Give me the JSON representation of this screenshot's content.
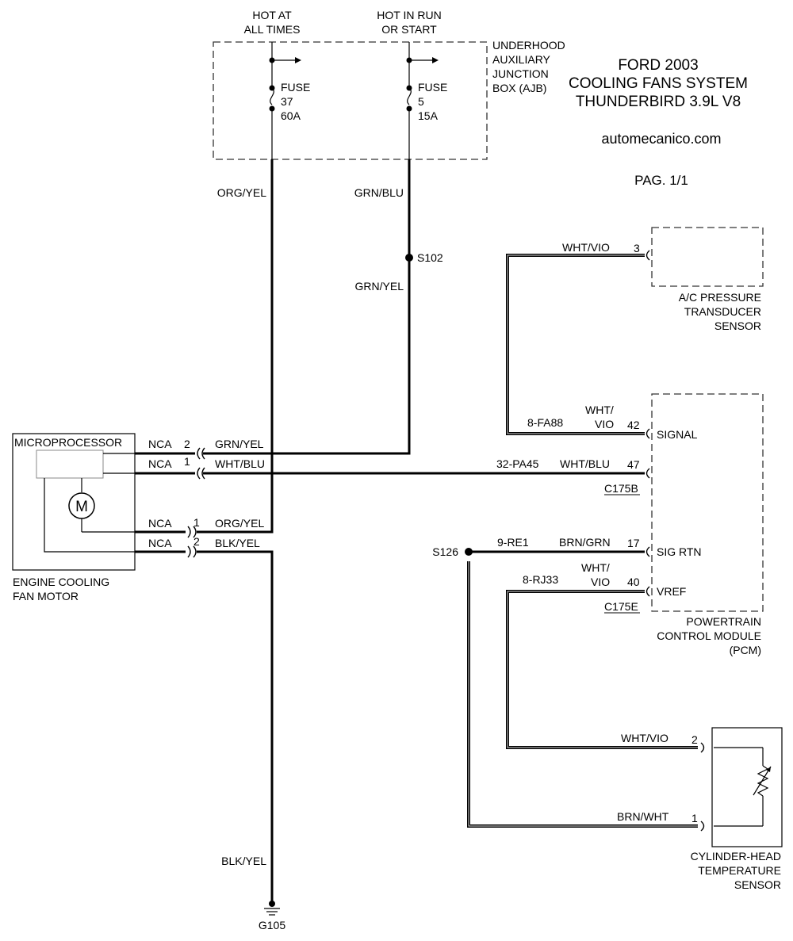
{
  "title": {
    "line1": "FORD 2003",
    "line2": "COOLING FANS SYSTEM",
    "line3": "THUNDERBIRD 3.9L V8"
  },
  "website": "automecanico.com",
  "page_label": "PAG. 1/1",
  "power": {
    "hot_at_all_times": [
      "HOT AT",
      "ALL TIMES"
    ],
    "hot_in_run": [
      "HOT IN RUN",
      "OR START"
    ]
  },
  "ajb": {
    "label": [
      "UNDERHOOD",
      "AUXILIARY",
      "JUNCTION",
      "BOX (AJB)"
    ],
    "fuse37": [
      "FUSE",
      "37",
      "60A"
    ],
    "fuse5": [
      "FUSE",
      "5",
      "15A"
    ]
  },
  "wires": {
    "org_yel_top": "ORG/YEL",
    "grn_blu": "GRN/BLU",
    "grn_yel_mid": "GRN/YEL",
    "blk_yel_bottom": "BLK/YEL",
    "wht_vio_ac": "WHT/VIO",
    "wht_vio_sig": [
      "WHT/",
      "VIO"
    ],
    "fa88": "8-FA88",
    "pa45": "32-PA45",
    "wht_blu_pcm": "WHT/BLU",
    "re1": "9-RE1",
    "brn_grn": "BRN/GRN",
    "rj33": "8-RJ33",
    "wht_vio_vref": [
      "WHT/",
      "VIO"
    ],
    "wht_vio_cht": "WHT/VIO",
    "brn_wht": "BRN/WHT"
  },
  "splices": {
    "s102": "S102",
    "s126": "S126"
  },
  "ground": "G105",
  "motor": {
    "microprocessor": "MICROPROCESSOR",
    "motor_symbol": "M",
    "label": [
      "ENGINE COOLING",
      "FAN MOTOR"
    ],
    "pins": [
      {
        "nca": "NCA",
        "pin": "2",
        "wire": "GRN/YEL"
      },
      {
        "nca": "NCA",
        "pin": "1",
        "wire": "WHT/BLU"
      },
      {
        "nca": "NCA",
        "pin": "1",
        "wire": "ORG/YEL"
      },
      {
        "nca": "NCA",
        "pin": "2",
        "wire": "BLK/YEL"
      }
    ]
  },
  "ac_sensor": {
    "pin": "3",
    "label": [
      "A/C PRESSURE",
      "TRANSDUCER",
      "SENSOR"
    ]
  },
  "pcm": {
    "pins": {
      "signal": {
        "num": "42",
        "name": "SIGNAL"
      },
      "p47": {
        "num": "47"
      },
      "sig_rtn": {
        "num": "17",
        "name": "SIG RTN"
      },
      "vref": {
        "num": "40",
        "name": "VREF"
      }
    },
    "c175b": "C175B",
    "c175e": "C175E",
    "label": [
      "POWERTRAIN",
      "CONTROL MODULE",
      "(PCM)"
    ]
  },
  "cht_sensor": {
    "pin2": "2",
    "pin1": "1",
    "label": [
      "CYLINDER-HEAD",
      "TEMPERATURE",
      "SENSOR"
    ]
  }
}
